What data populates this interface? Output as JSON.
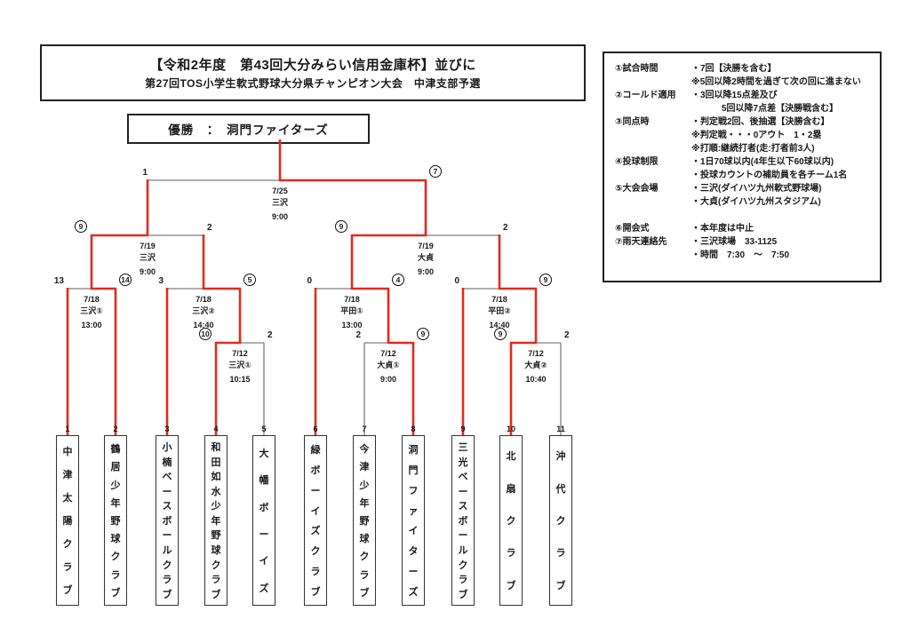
{
  "title": {
    "line1": "【令和2年度　第43回大分みらい信用金庫杯】並びに",
    "line2": "第27回TOS小学生軟式野球大分県チャンピオン大会　中津支部予選"
  },
  "champion": {
    "text": "優勝　：　洞門ファイターズ"
  },
  "colors": {
    "advance_line": "#e02b20",
    "bracket_line": "#7d7d7d"
  },
  "teams": [
    {
      "no": "1",
      "name": "中津太陽クラブ"
    },
    {
      "no": "2",
      "name": "鶴居少年野球クラブ"
    },
    {
      "no": "3",
      "name": "小楠ベースボールクラブ"
    },
    {
      "no": "4",
      "name": "和田如水少年野球クラブ"
    },
    {
      "no": "5",
      "name": "大幡ボーイズ"
    },
    {
      "no": "6",
      "name": "緑ボーイズクラブ"
    },
    {
      "no": "7",
      "name": "今津少年野球クラブ"
    },
    {
      "no": "8",
      "name": "洞門ファイターズ"
    },
    {
      "no": "9",
      "name": "三光ベースボールクラブ"
    },
    {
      "no": "10",
      "name": "北扇クラブ"
    },
    {
      "no": "11",
      "name": "沖代クラブ"
    }
  ],
  "matches": {
    "final": {
      "date": "7/25",
      "venue": "三沢",
      "time": "9:00",
      "score_left": "1",
      "score_right": "7",
      "winner": "right"
    },
    "sf1": {
      "date": "7/19",
      "venue": "三沢",
      "time": "9:00",
      "score_left": "9",
      "score_right": "2",
      "winner": "left"
    },
    "sf2": {
      "date": "7/19",
      "venue": "大貞",
      "time": "9:00",
      "score_left": "9",
      "score_right": "2",
      "winner": "left"
    },
    "qf1": {
      "date": "7/18",
      "venue": "三沢①",
      "time": "13:00",
      "score_left": "13",
      "score_right": "14",
      "winner": "right"
    },
    "qf2": {
      "date": "7/18",
      "venue": "三沢②",
      "time": "14:40",
      "score_left": "3",
      "score_right": "5",
      "winner": "right"
    },
    "qf3": {
      "date": "7/18",
      "venue": "平田①",
      "time": "13:00",
      "score_left": "0",
      "score_right": "4",
      "winner": "right"
    },
    "qf4": {
      "date": "7/18",
      "venue": "平田②",
      "time": "14:40",
      "score_left": "0",
      "score_right": "9",
      "winner": "right"
    },
    "r1a": {
      "date": "7/12",
      "venue": "三沢①",
      "time": "10:15",
      "score_left": "10",
      "score_right": "2",
      "winner": "left"
    },
    "r1b": {
      "date": "7/12",
      "venue": "大貞①",
      "time": "9:00",
      "score_left": "2",
      "score_right": "9",
      "winner": "right"
    },
    "r1c": {
      "date": "7/12",
      "venue": "大貞②",
      "time": "10:40",
      "score_left": "9",
      "score_right": "2",
      "winner": "left"
    }
  },
  "info": {
    "rows": [
      {
        "label": "①試合時間",
        "lines": [
          "・7回【決勝を含む】",
          "※5回以降2時間を過ぎて次の回に進まない"
        ]
      },
      {
        "label": "②コールド適用",
        "lines": [
          "・3回以降15点差及び",
          "5回以降7点差【決勝戦含む】"
        ]
      },
      {
        "label": "③同点時",
        "lines": [
          "・判定戦2回、後抽選【決勝含む】",
          "※判定戦・・・0アウト　1・2塁",
          "※打順:継続打者(走:打者前3人)"
        ]
      },
      {
        "label": "④投球制限",
        "lines": [
          "・1日70球以内(4年生以下60球以内)",
          "・投球カウントの補助員を各チーム1名"
        ]
      },
      {
        "label": "⑤大会会場",
        "lines": [
          "・三沢(ダイハツ九州軟式野球場)",
          "・大貞(ダイハツ九州スタジアム)"
        ]
      },
      {
        "label": "⑥開会式",
        "lines": [
          "・本年度は中止"
        ]
      },
      {
        "label": "⑦雨天連絡先",
        "lines": [
          "・三沢球場　33-1125",
          "・時間　7:30　～　7:50"
        ]
      }
    ]
  }
}
